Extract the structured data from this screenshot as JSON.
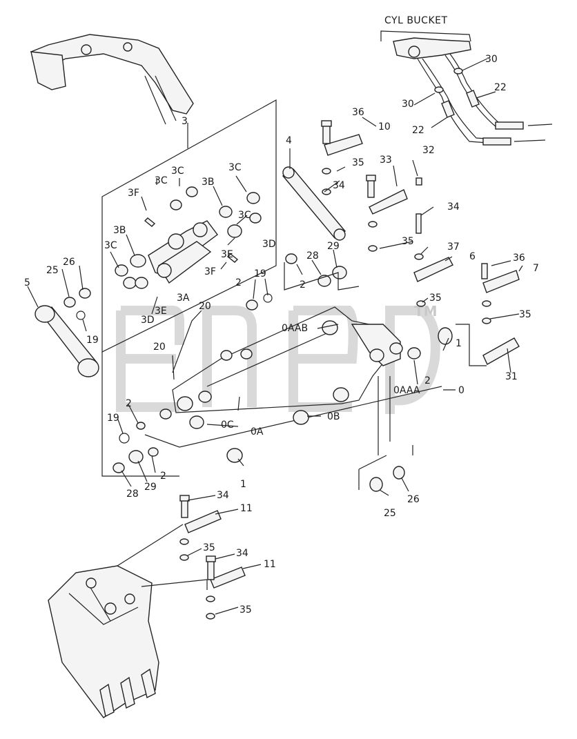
{
  "title": "CYL BUCKET",
  "watermark": "TM",
  "labels": [
    "3",
    "3F",
    "3C",
    "3C",
    "3C",
    "3B",
    "3B",
    "3C",
    "3D",
    "3E",
    "3A",
    "3E",
    "3F",
    "3D",
    "3C",
    "4",
    "36",
    "10",
    "35",
    "34",
    "33",
    "32",
    "34",
    "35",
    "37",
    "30",
    "30",
    "22",
    "22",
    "2",
    "28",
    "29",
    "6",
    "36",
    "7",
    "35",
    "35",
    "25",
    "26",
    "5",
    "19",
    "2",
    "19",
    "20",
    "0AAB",
    "0AAA",
    "2",
    "1",
    "0",
    "31",
    "20",
    "2",
    "19",
    "0C",
    "0A",
    "0B",
    "2",
    "29",
    "28",
    "1",
    "25",
    "26",
    "34",
    "11",
    "35",
    "34",
    "11",
    "35"
  ]
}
